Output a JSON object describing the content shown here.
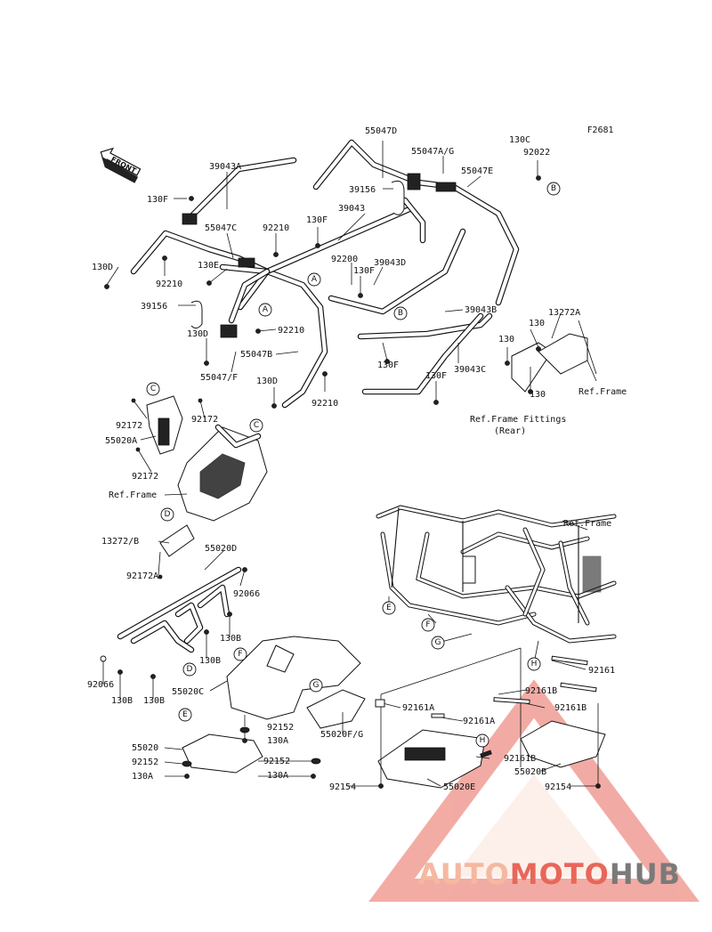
{
  "figure_code": "F2681",
  "front_label": "FRONT",
  "part_labels": [
    {
      "id": "p1",
      "text": "55047D"
    },
    {
      "id": "p2",
      "text": "55047A/G"
    },
    {
      "id": "p3",
      "text": "55047E"
    },
    {
      "id": "p4",
      "text": "130C"
    },
    {
      "id": "p5",
      "text": "92022"
    },
    {
      "id": "p6",
      "text": "39043A"
    },
    {
      "id": "p7",
      "text": "130F"
    },
    {
      "id": "p8",
      "text": "39156"
    },
    {
      "id": "p9",
      "text": "39043"
    },
    {
      "id": "p10",
      "text": "55047C"
    },
    {
      "id": "p11",
      "text": "92210"
    },
    {
      "id": "p12",
      "text": "130F"
    },
    {
      "id": "p13",
      "text": "130D"
    },
    {
      "id": "p14",
      "text": "130E"
    },
    {
      "id": "p15",
      "text": "92210"
    },
    {
      "id": "p16",
      "text": "92200"
    },
    {
      "id": "p17",
      "text": "130F"
    },
    {
      "id": "p18",
      "text": "39043D"
    },
    {
      "id": "p19",
      "text": "39156"
    },
    {
      "id": "p20",
      "text": "39043B"
    },
    {
      "id": "p21",
      "text": "13272A"
    },
    {
      "id": "p22",
      "text": "130D"
    },
    {
      "id": "p23",
      "text": "92210"
    },
    {
      "id": "p24",
      "text": "130"
    },
    {
      "id": "p25",
      "text": "130"
    },
    {
      "id": "p26",
      "text": "55047B"
    },
    {
      "id": "p27",
      "text": "130F"
    },
    {
      "id": "p28",
      "text": "39043C"
    },
    {
      "id": "p29",
      "text": "55047/F"
    },
    {
      "id": "p30",
      "text": "130"
    },
    {
      "id": "p31",
      "text": "130D"
    },
    {
      "id": "p32",
      "text": "92210"
    },
    {
      "id": "p33",
      "text": "130F"
    },
    {
      "id": "p34",
      "text": "Ref.Frame"
    },
    {
      "id": "p35",
      "text": "Ref.Frame Fittings"
    },
    {
      "id": "p36",
      "text": "(Rear)"
    },
    {
      "id": "p37",
      "text": "92172"
    },
    {
      "id": "p38",
      "text": "92172"
    },
    {
      "id": "p39",
      "text": "55020A"
    },
    {
      "id": "p40",
      "text": "92172"
    },
    {
      "id": "p41",
      "text": "Ref.Frame"
    },
    {
      "id": "p42",
      "text": "Ref.Frame"
    },
    {
      "id": "p43",
      "text": "13272/B"
    },
    {
      "id": "p44",
      "text": "55020D"
    },
    {
      "id": "p45",
      "text": "92172A"
    },
    {
      "id": "p46",
      "text": "92066"
    },
    {
      "id": "p47",
      "text": "130B"
    },
    {
      "id": "p48",
      "text": "130B"
    },
    {
      "id": "p49",
      "text": "92066"
    },
    {
      "id": "p50",
      "text": "130B"
    },
    {
      "id": "p51",
      "text": "130B"
    },
    {
      "id": "p52",
      "text": "55020C"
    },
    {
      "id": "p53",
      "text": "92161"
    },
    {
      "id": "p54",
      "text": "92161B"
    },
    {
      "id": "p55",
      "text": "92161B"
    },
    {
      "id": "p56",
      "text": "92161A"
    },
    {
      "id": "p57",
      "text": "92161A"
    },
    {
      "id": "p58",
      "text": "92152"
    },
    {
      "id": "p59",
      "text": "130A"
    },
    {
      "id": "p60",
      "text": "55020F/G"
    },
    {
      "id": "p61",
      "text": "55020"
    },
    {
      "id": "p62",
      "text": "92152"
    },
    {
      "id": "p63",
      "text": "130A"
    },
    {
      "id": "p64",
      "text": "92152"
    },
    {
      "id": "p65",
      "text": "130A"
    },
    {
      "id": "p66",
      "text": "92161B"
    },
    {
      "id": "p67",
      "text": "55020B"
    },
    {
      "id": "p68",
      "text": "92154"
    },
    {
      "id": "p69",
      "text": "92154"
    },
    {
      "id": "p70",
      "text": "55020E"
    }
  ],
  "callouts": [
    {
      "id": "c1",
      "letter": "B"
    },
    {
      "id": "c2",
      "letter": "A"
    },
    {
      "id": "c3",
      "letter": "A"
    },
    {
      "id": "c4",
      "letter": "B"
    },
    {
      "id": "c5",
      "letter": "C"
    },
    {
      "id": "c6",
      "letter": "C"
    },
    {
      "id": "c7",
      "letter": "D"
    },
    {
      "id": "c8",
      "letter": "D"
    },
    {
      "id": "c9",
      "letter": "E"
    },
    {
      "id": "c10",
      "letter": "F"
    },
    {
      "id": "c11",
      "letter": "G"
    },
    {
      "id": "c12",
      "letter": "H"
    },
    {
      "id": "c13",
      "letter": "F"
    },
    {
      "id": "c14",
      "letter": "G"
    },
    {
      "id": "c15",
      "letter": "E"
    },
    {
      "id": "c16",
      "letter": "H"
    }
  ],
  "watermark": {
    "part1": "AUTO",
    "part2": "MOTO",
    "part3": "HUB"
  },
  "colors": {
    "watermark_light": "#f4b9a0",
    "watermark_red": "#e8675a",
    "watermark_grey": "#7a7a7a",
    "line": "#111111"
  }
}
